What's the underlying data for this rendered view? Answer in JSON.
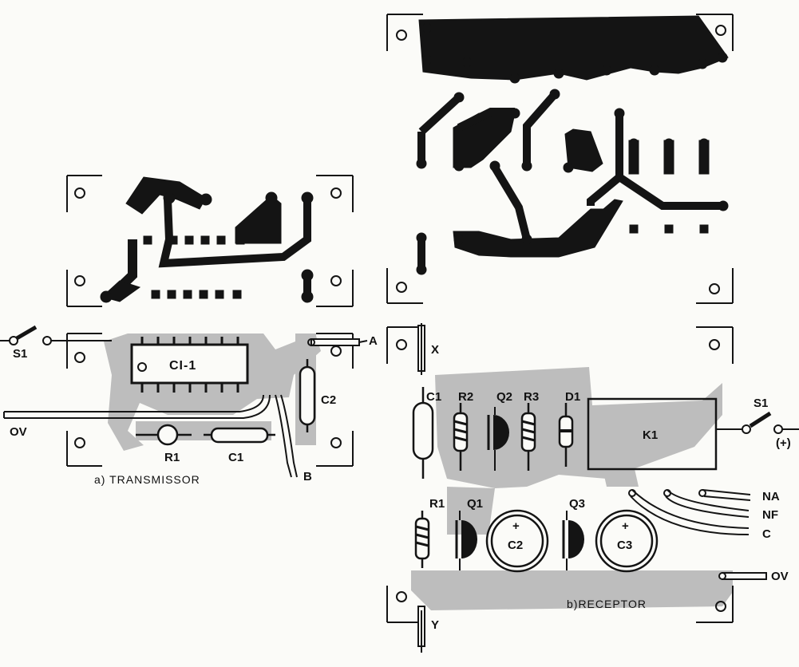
{
  "transmissor": {
    "caption": "a) TRANSMISSOR",
    "labels": {
      "s1": "S1",
      "a": "A",
      "ov": "OV",
      "ic": "CI-1",
      "c2": "C2",
      "r1": "R1",
      "c1": "C1",
      "b": "B"
    }
  },
  "receptor": {
    "caption": "b)RECEPTOR",
    "labels": {
      "x": "X",
      "y": "Y",
      "c1": "C1",
      "r2": "R2",
      "q2": "Q2",
      "r3": "R3",
      "d1": "D1",
      "k1": "K1",
      "s1": "S1",
      "plus": "(+)",
      "na": "NA",
      "nf": "NF",
      "c": "C",
      "r1": "R1",
      "q1": "Q1",
      "c2": "C2",
      "q3": "Q3",
      "c3": "C3",
      "ov": "OV",
      "c2_pol": "+",
      "c3_pol": "+"
    }
  },
  "colors": {
    "copper": "#141414",
    "silk": "#bdbdbd",
    "ink": "#111111",
    "paper": "#fbfbf8"
  }
}
